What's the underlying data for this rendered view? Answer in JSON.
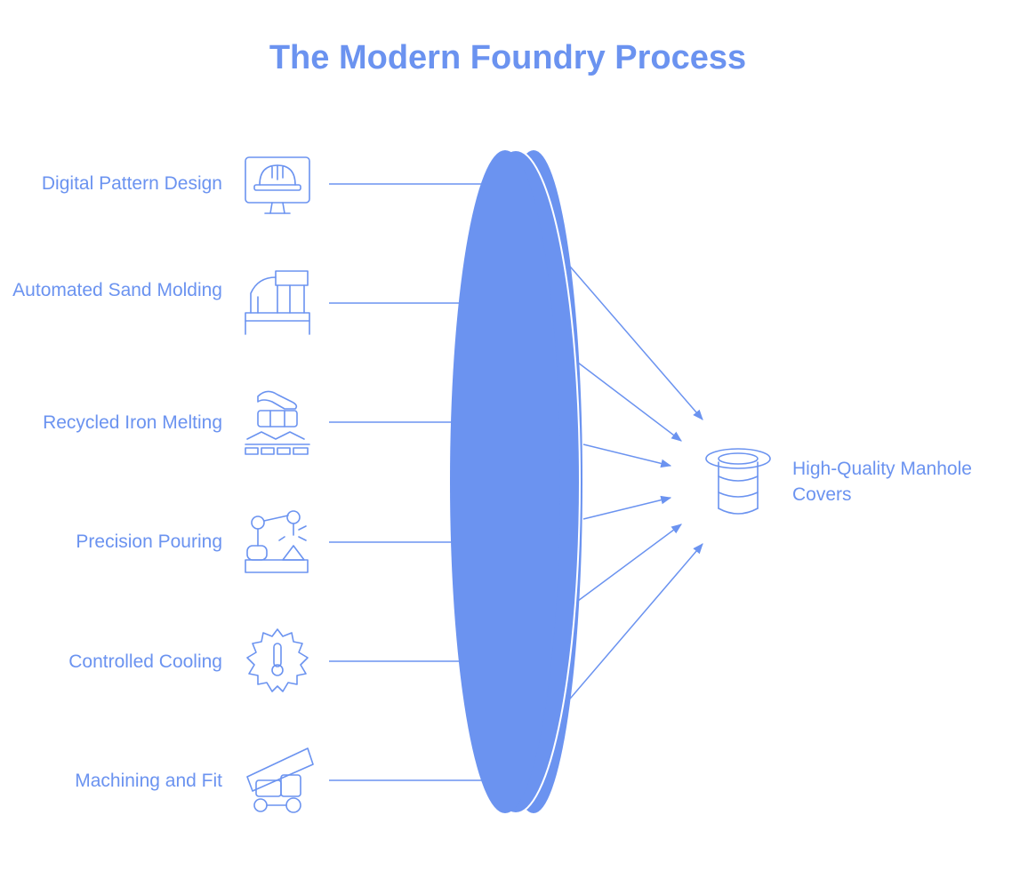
{
  "title": "The Modern Foundry Process",
  "steps": [
    {
      "label": "Digital Pattern Design",
      "icon": "monitor-hard-hat-icon"
    },
    {
      "label": "Automated Sand Molding",
      "icon": "sand-molding-machine-icon"
    },
    {
      "label": "Recycled Iron Melting",
      "icon": "melting-furnace-icon"
    },
    {
      "label": "Precision Pouring",
      "icon": "robotic-arm-icon"
    },
    {
      "label": "Controlled Cooling",
      "icon": "gear-thermometer-icon"
    },
    {
      "label": "Machining and Fit",
      "icon": "machining-cart-icon"
    }
  ],
  "output": {
    "label": "High-Quality Manhole Covers",
    "icon": "manhole-cover-icon"
  },
  "colors": {
    "accent": "#6b93f0",
    "lens": "#6b93f0"
  }
}
